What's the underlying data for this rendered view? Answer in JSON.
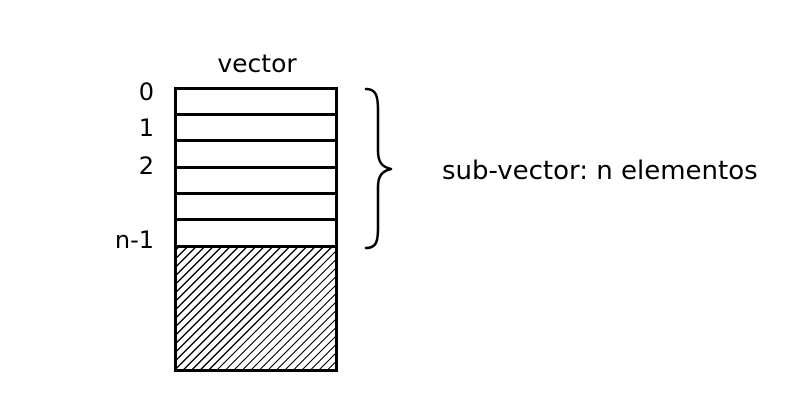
{
  "diagram": {
    "title": "vector",
    "indices": [
      "0",
      "1",
      "2",
      "n-1"
    ],
    "annotation": "sub-vector: n elementos",
    "colors": {
      "stroke": "#000000",
      "fill": "#ffffff"
    }
  }
}
